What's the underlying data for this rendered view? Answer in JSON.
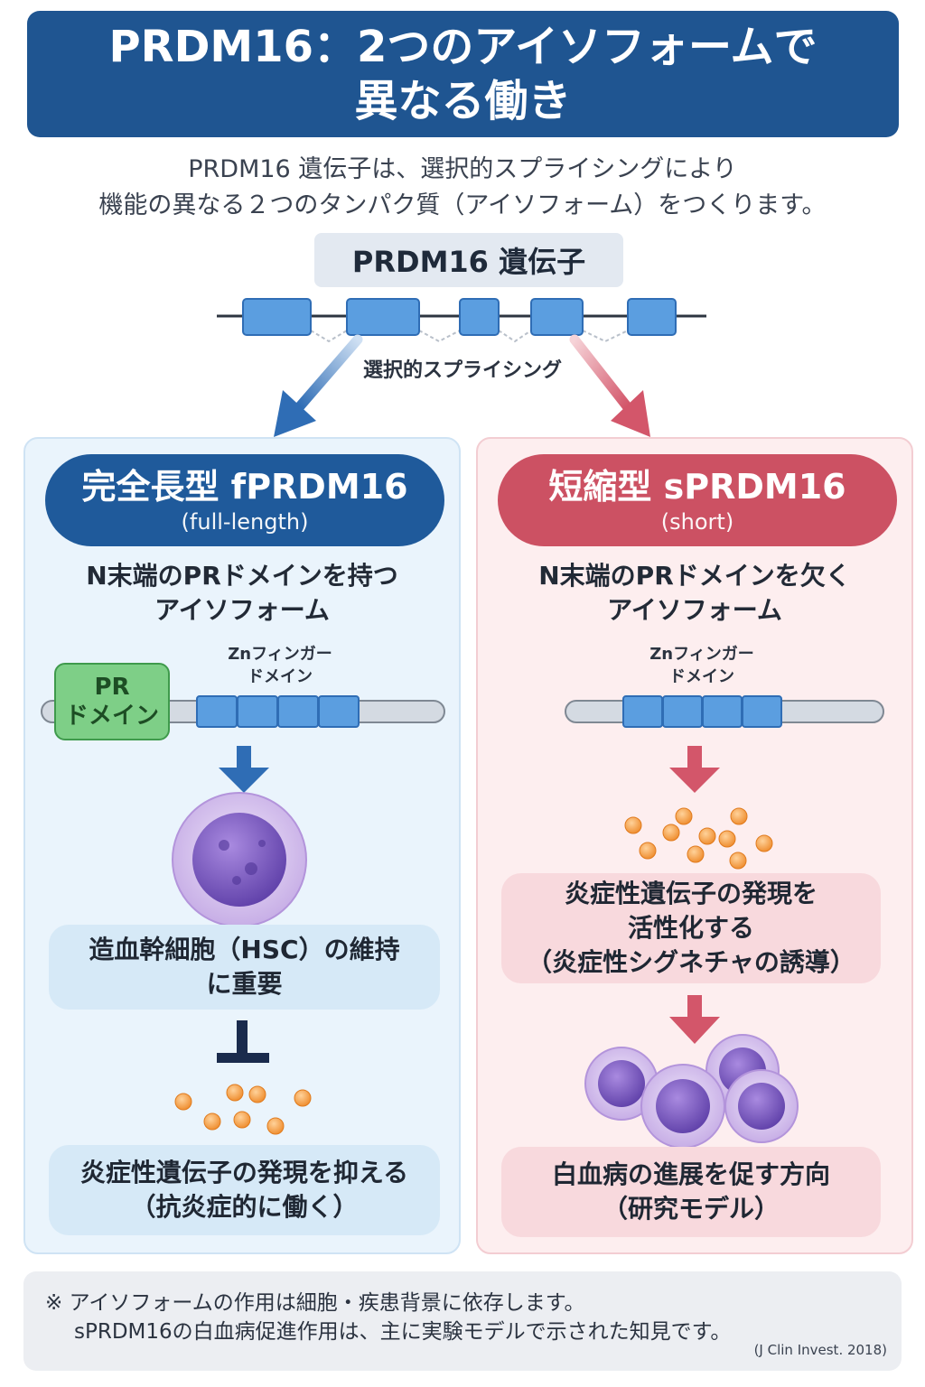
{
  "header": {
    "title_line1": "PRDM16：2つのアイソフォームで",
    "title_line2": "異なる働き"
  },
  "intro": {
    "line1": "PRDM16 遺伝子は、選択的スプライシングにより",
    "line2": "機能の異なる２つのタンパク質（アイソフォーム）をつくります。"
  },
  "gene": {
    "label": "PRDM16 遺伝子",
    "splicing_label": "選択的スプライシング"
  },
  "left": {
    "title": "完全長型  fPRDM16",
    "subtitle": "(full-length)",
    "desc_line1": "N末端のPRドメインを持つ",
    "desc_line2": "アイソフォーム",
    "zn_line1": "Znフィンガー",
    "zn_line2": "ドメイン",
    "pr_line1": "PR",
    "pr_line2": "ドメイン",
    "hsc_line1": "造血幹細胞（HSC）の維持",
    "hsc_line2": "に重要",
    "anti_line1": "炎症性遺伝子の発現を抑える",
    "anti_line2": "（抗炎症的に働く）"
  },
  "right": {
    "title": "短縮型  sPRDM16",
    "subtitle": "(short)",
    "desc_line1": "N末端のPRドメインを欠く",
    "desc_line2": "アイソフォーム",
    "zn_line1": "Znフィンガー",
    "zn_line2": "ドメイン",
    "infl_line1": "炎症性遺伝子の発現を",
    "infl_line2": "活性化する",
    "infl_line3": "（炎症性シグネチャの誘導）",
    "leuk_line1": "白血病の進展を促す方向",
    "leuk_line2": "（研究モデル）"
  },
  "footnote": {
    "line1": "※ アイソフォームの作用は細胞・疾患背景に依存します。",
    "line2": "sPRDM16の白血病促進作用は、主に実験モデルで示された知見です。",
    "citation": "(J Clin Invest. 2018)"
  },
  "colors": {
    "title_bg": "#1f5591",
    "left_accent": "#1f5a9b",
    "right_accent": "#cc5163",
    "exon_blue": "#5b9ee0",
    "pr_green": "#7ecf87",
    "cytokine_orange": "#f4a04a",
    "cell_purple": "#8a63c9"
  }
}
